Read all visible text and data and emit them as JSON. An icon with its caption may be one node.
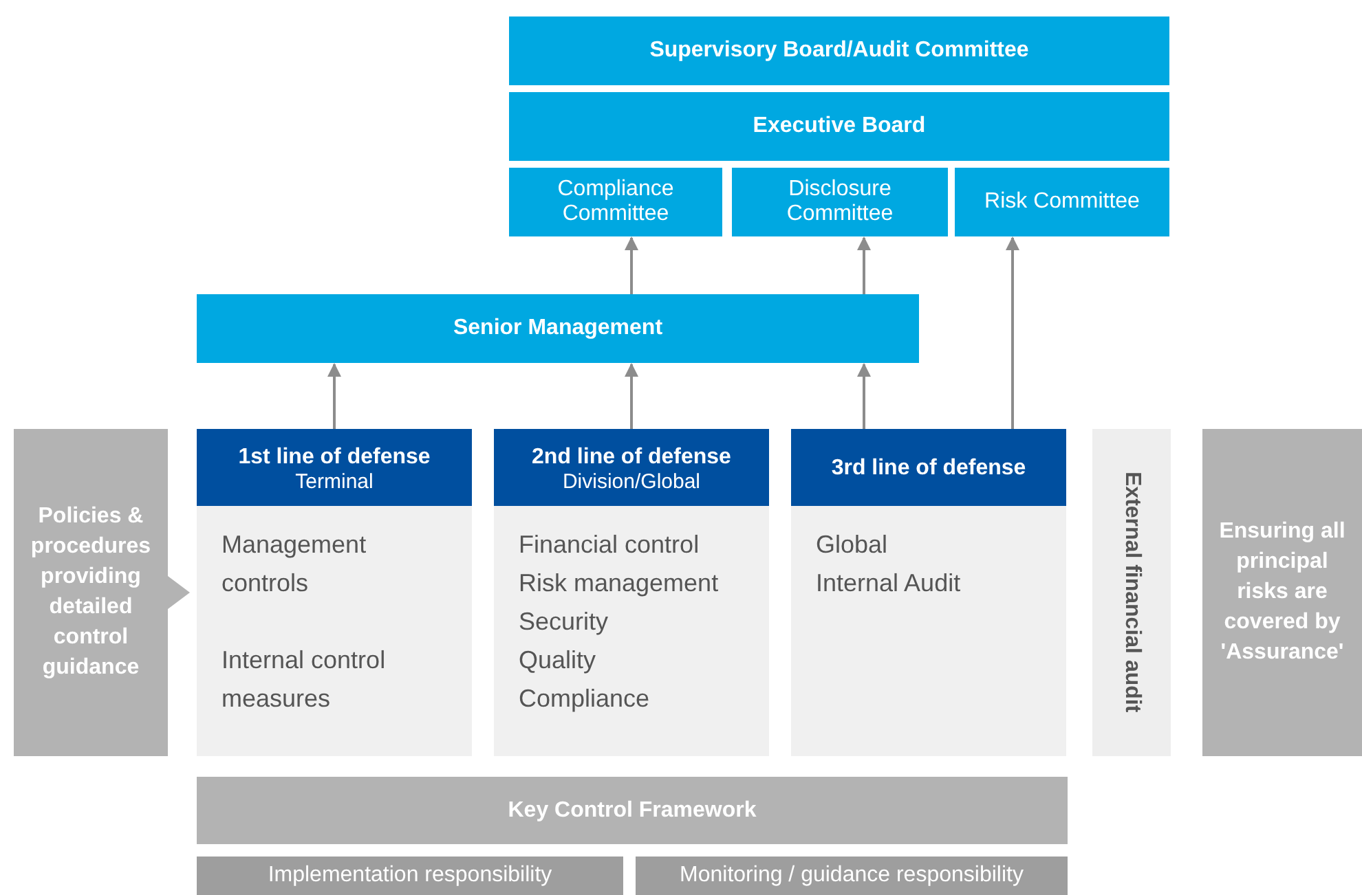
{
  "diagram": {
    "nodes": [
      {
        "text": [
          "Supervisory Board/Audit Committee"
        ]
      },
      {
        "text": [
          "Executive Board"
        ]
      },
      {
        "text": [
          "Compliance Committee"
        ]
      },
      {
        "text": [
          "Disclosure Committee"
        ]
      },
      {
        "text": [
          "Risk Committee"
        ]
      },
      {
        "text": [
          "Senior Management"
        ]
      },
      {
        "text": [
          "1st line of defense",
          "Terminal",
          "Management controls",
          "Internal control measures"
        ]
      },
      {
        "text": [
          "2nd line of defense",
          "Division/Global",
          "Financial control",
          "Risk management",
          "Security",
          "Quality",
          "Compliance"
        ]
      },
      {
        "text": [
          "3rd line of defense",
          "Global",
          "Internal Audit"
        ]
      },
      {
        "text": [
          "Policies & procedures providing detailed control guidance"
        ]
      },
      {
        "text": [
          "External financial audit"
        ]
      },
      {
        "text": [
          "Ensuring all principal risks are covered by 'Assurance'"
        ]
      },
      {
        "text": [
          "Key Control Framework"
        ]
      },
      {
        "text": [
          "Implementation responsibility"
        ]
      },
      {
        "text": [
          "Monitoring / guidance responsibility"
        ]
      }
    ],
    "edges": [
      {
        "from": 6,
        "to": 5,
        "arrow": "to"
      },
      {
        "from": 7,
        "to": 5,
        "arrow": "to"
      },
      {
        "from": 8,
        "to": 5,
        "arrow": "to"
      },
      {
        "from": 5,
        "to": 2,
        "arrow": "to"
      },
      {
        "from": 5,
        "to": 3,
        "arrow": "to"
      },
      {
        "from": 8,
        "to": 4,
        "arrow": "to"
      },
      {
        "from": 9,
        "to": 6,
        "arrow": "to"
      }
    ]
  }
}
